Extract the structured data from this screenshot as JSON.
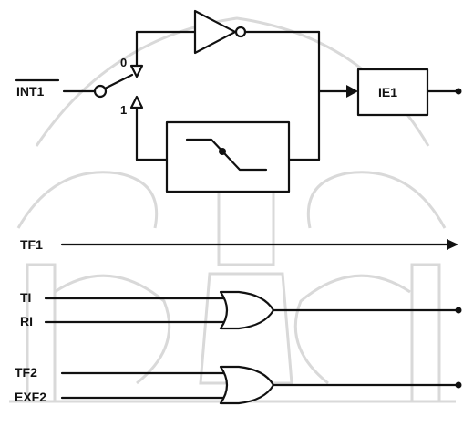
{
  "signals": {
    "int1": "INT1",
    "tf1": "TF1",
    "ti": "TI",
    "ri": "RI",
    "tf2": "TF2",
    "exf2": "EXF2"
  },
  "switch": {
    "pos_upper": "0",
    "pos_lower": "1"
  },
  "blocks": {
    "ie1": "IE1"
  },
  "colors": {
    "ink": "#111111",
    "watermark": "#d9d9d9",
    "background": "#ffffff"
  }
}
